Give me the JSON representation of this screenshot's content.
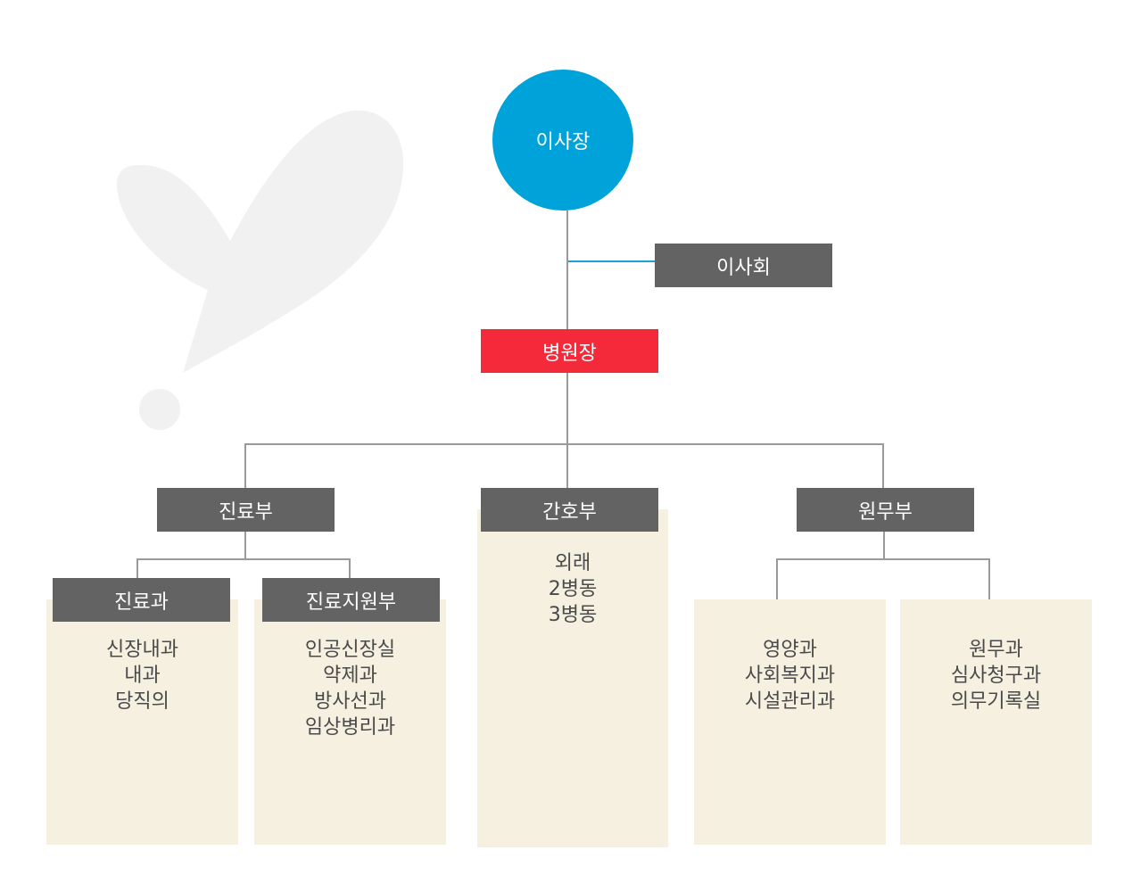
{
  "chairman": "이사장",
  "board": "이사회",
  "director": "병원장",
  "divisions": {
    "medical": {
      "title": "진료부",
      "departments": {
        "clinic": {
          "title": "진료과",
          "items": [
            "신장내과",
            "내과",
            "당직의"
          ]
        },
        "support": {
          "title": "진료지원부",
          "items": [
            "인공신장실",
            "약제과",
            "방사선과",
            "임상병리과"
          ]
        }
      }
    },
    "nursing": {
      "title": "간호부",
      "items": [
        "외래",
        "2병동",
        "3병동"
      ]
    },
    "admin": {
      "title": "원무부",
      "groups": [
        {
          "items": [
            "영양과",
            "사회복지과",
            "시설관리과"
          ]
        },
        {
          "items": [
            "원무과",
            "심사청구과",
            "의무기록실"
          ]
        }
      ]
    }
  },
  "colors": {
    "chairman": "#00a3d9",
    "director": "#f42a3a",
    "box": "#636363",
    "panel": "#f5f0e0",
    "connector": "#9a9a9a",
    "board_connector": "#1aa3d6"
  }
}
